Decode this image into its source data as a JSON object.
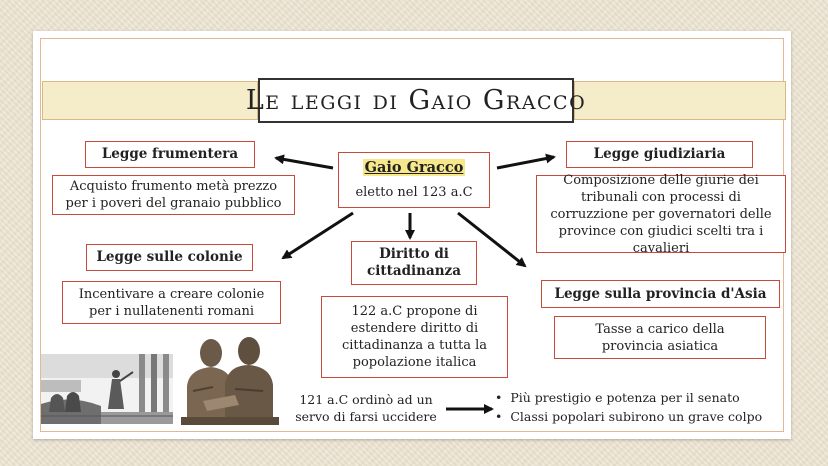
{
  "title": "Le leggi di Gaio Gracco",
  "center": {
    "name": "Gaio Gracco",
    "subtitle": "eletto nel 123 a.C"
  },
  "nodes": {
    "frumentaria": {
      "heading": "Legge frumentera",
      "text": "Acquisto frumento metà prezzo per i poveri del granaio pubblico"
    },
    "colonie": {
      "heading": "Legge sulle colonie",
      "text": "Incentivare a creare colonie per i nullatenenti romani"
    },
    "cittadinanza": {
      "heading": "Diritto di cittadinanza",
      "text": "122 a.C propone di estendere diritto di cittadinanza a tutta la popolazione italica"
    },
    "giudiziaria": {
      "heading": "Legge giudiziaria",
      "text": "Composizione delle giurie dei tribunali con processi di corruzzione per governatori delle province con giudici scelti tra i cavalieri"
    },
    "asia": {
      "heading": "Legge sulla provincia d'Asia",
      "text": "Tasse a carico della provincia asiatica"
    }
  },
  "death": {
    "text": "121 a.C ordinò ad un servo di farsi uccidere"
  },
  "consequences": [
    "Più prestigio e potenza per il senato",
    "Classi popolari subirono un grave colpo"
  ],
  "colors": {
    "box_border": "#c94a3b",
    "highlight": "#f6e88b",
    "band": "#f5ecc9"
  }
}
